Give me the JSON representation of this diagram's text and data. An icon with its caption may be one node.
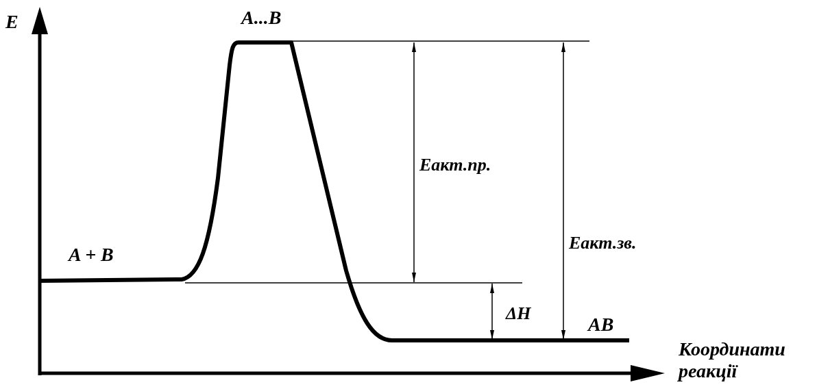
{
  "diagram": {
    "labels": [
      "E",
      "A...B",
      "A + B",
      "Еакт.пр.",
      "Еакт.зв.",
      "ΔH",
      "AB",
      "Координати реакції"
    ]
  }
}
